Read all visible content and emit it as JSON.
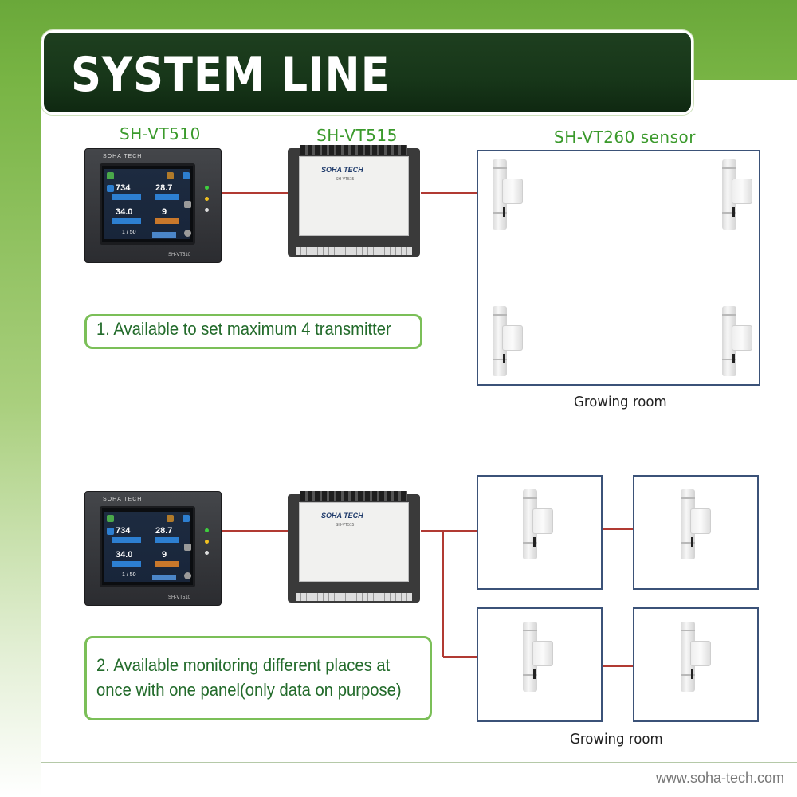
{
  "title": "SYSTEM LINE",
  "devices": {
    "panel": "SH-VT510",
    "controller": "SH-VT515",
    "sensor": "SH-VT260 sensor"
  },
  "panel_screen": {
    "brand": "SOHA TECH",
    "model": "SH-VT510",
    "values": [
      "734",
      "28.7",
      "34.0",
      "9",
      "1 / 50"
    ]
  },
  "controller_face": {
    "brand": "SOHA TECH",
    "model": "SH-VT515"
  },
  "callouts": {
    "one": "1.  Available to set maximum 4 transmitter",
    "two_line1": "2. Available monitoring different places at",
    "two_line2": "once with one panel(only data on purpose)"
  },
  "rooms": {
    "top_label": "Growing room",
    "bottom_label": "Growing room"
  },
  "footer": {
    "url": "www.soha-tech.com"
  },
  "colors": {
    "title_bg": "#173619",
    "accent_green": "#78b444",
    "wire_red": "#b13a33",
    "room_border": "#3b5278",
    "callout_border": "#7bbf58",
    "callout_text": "#236b2b"
  }
}
